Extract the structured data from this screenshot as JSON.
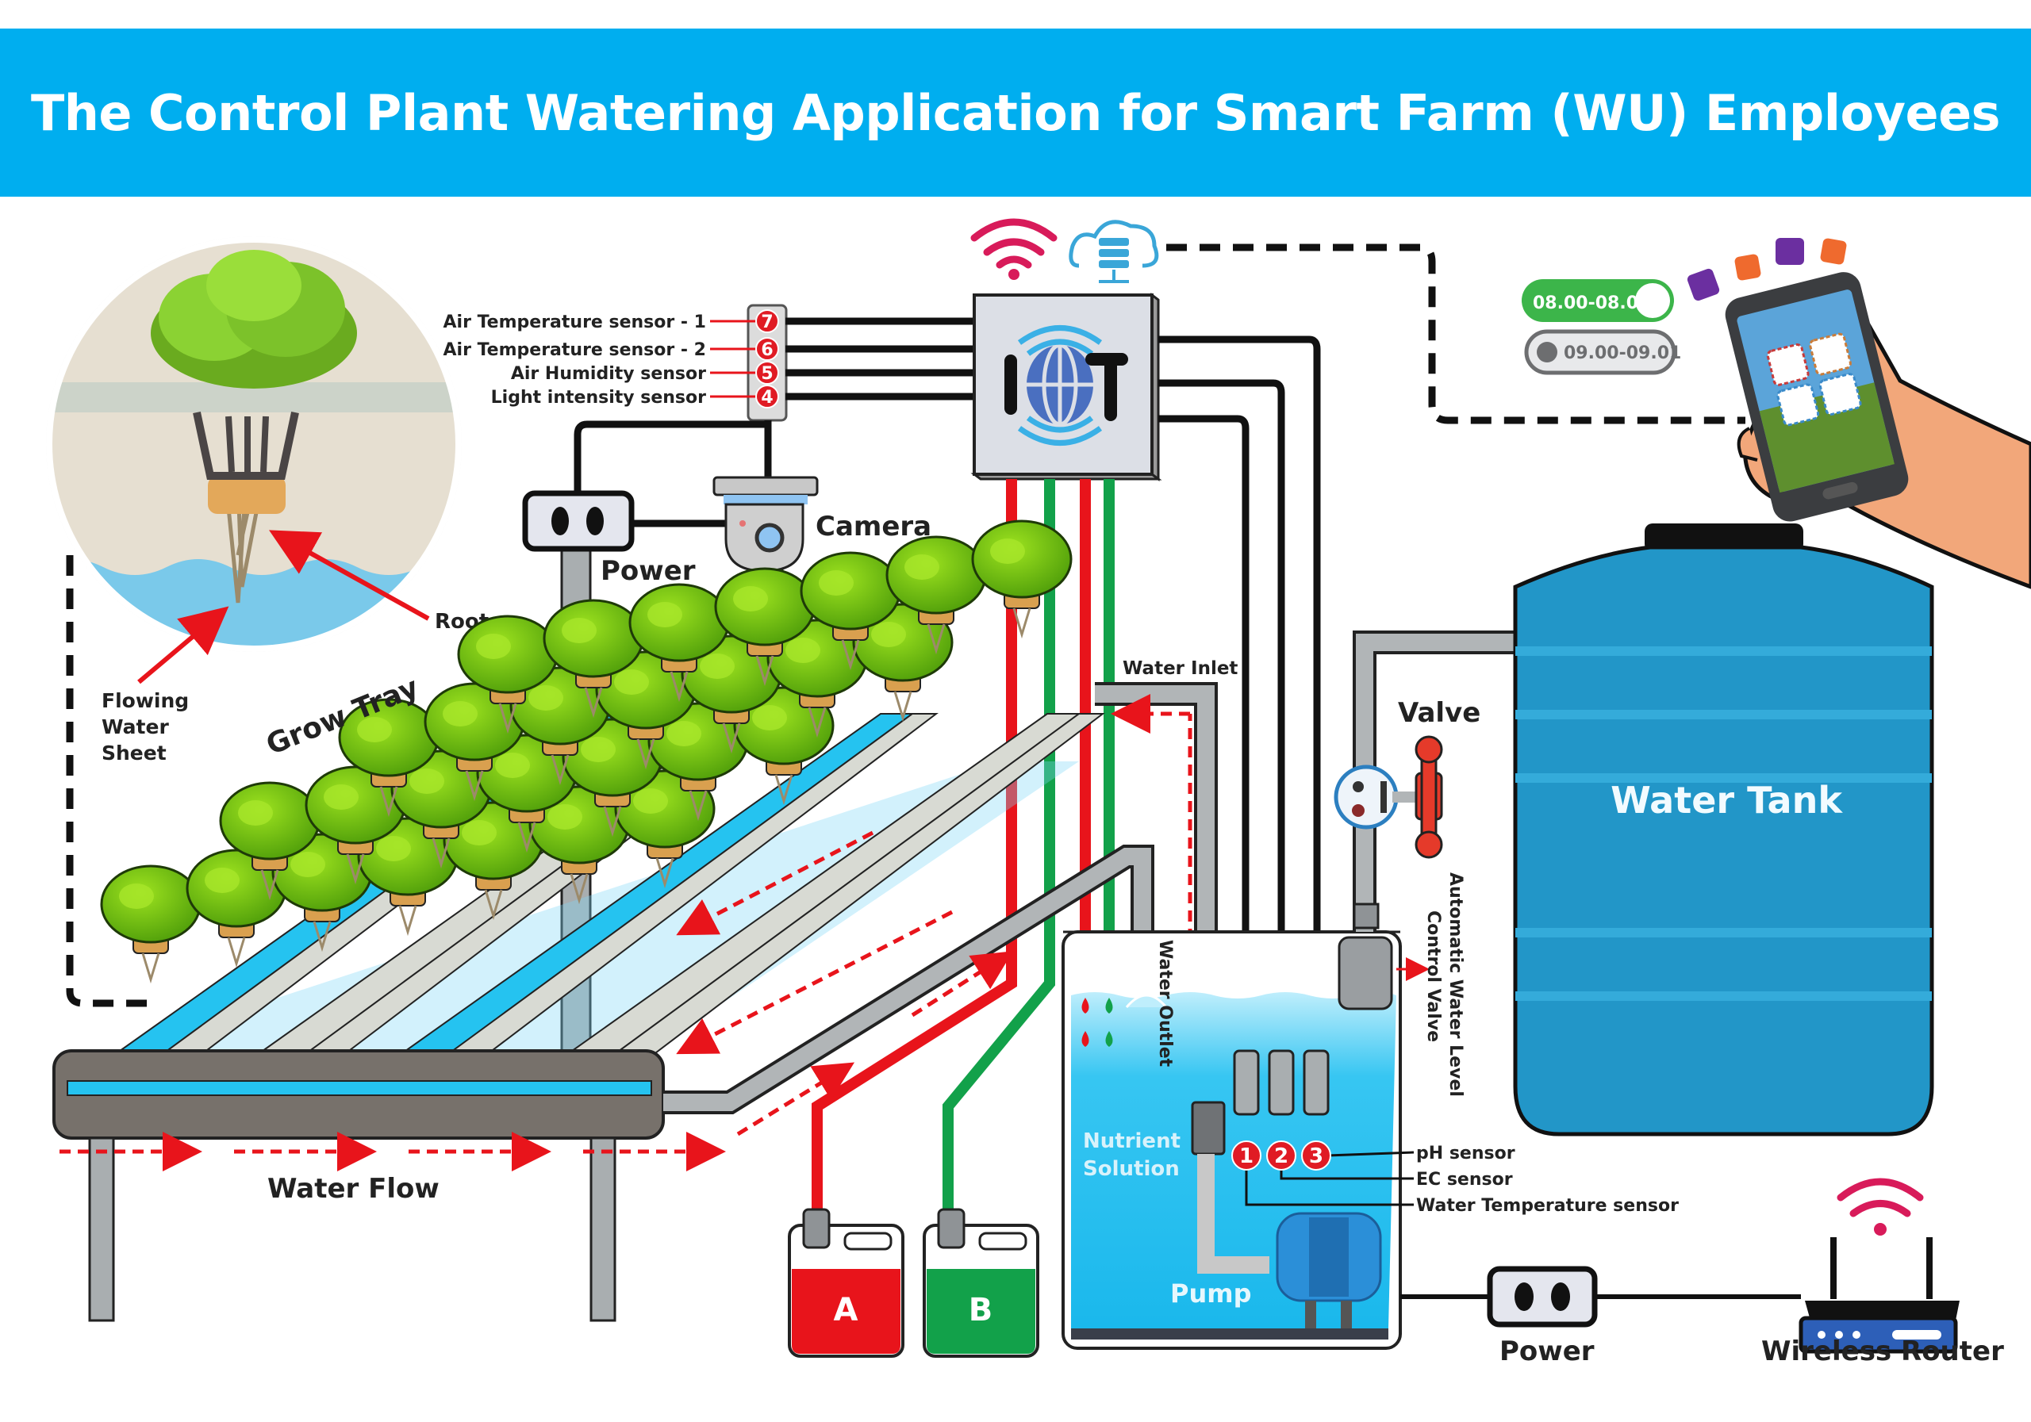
{
  "header": {
    "title": "The Control Plant Watering Application for Smart Farm (WU) Employees"
  },
  "colors": {
    "banner": "#00aeef",
    "wire_red": "#e8141b",
    "wire_green": "#12a14a",
    "badge_red": "#e01b24",
    "tank_blue": "#2296c8",
    "nutrient_blue": "#25c3f0",
    "toggle_on": "#3cb54a",
    "wifi_pink": "#d81b5a",
    "cloud_blue": "#3aa6d8",
    "iot_globe": "#4a6fc0"
  },
  "controller": {
    "label": "IOT",
    "icons": [
      "wifi-icon",
      "cloud-server-icon",
      "globe-icon"
    ]
  },
  "air_sensors": [
    {
      "number": "7",
      "label": "Air Temperature sensor - 1"
    },
    {
      "number": "6",
      "label": "Air Temperature sensor - 2"
    },
    {
      "number": "5",
      "label": "Air Humidity sensor"
    },
    {
      "number": "4",
      "label": "Light intensity sensor"
    }
  ],
  "water_sensors": [
    {
      "number": "1",
      "label": "Water Temperature sensor"
    },
    {
      "number": "2",
      "label": "EC sensor"
    },
    {
      "number": "3",
      "label": "pH sensor"
    }
  ],
  "schedule": {
    "slots": [
      {
        "time": "08.00-08.01",
        "state": "on"
      },
      {
        "time": "09.00-09.01",
        "state": "off"
      }
    ]
  },
  "labels": {
    "camera": "Camera",
    "power_top": "Power",
    "power_bottom": "Power",
    "root": "Root",
    "flowing_water_sheet": [
      "Flowing",
      "Water",
      "Sheet"
    ],
    "grow_tray": "Grow Tray",
    "water_flow": "Water Flow",
    "water_inlet": "Water Inlet",
    "water_outlet": "Water Outlet",
    "valve": "Valve",
    "automatic_valve": [
      "Automatic Water Level",
      "Control Valve"
    ],
    "water_tank": "Water Tank",
    "nutrient_solution": [
      "Nutrient",
      "Solution"
    ],
    "pump": "Pump",
    "container_a": "A",
    "container_b": "B",
    "wireless_router": "Wireless Router"
  }
}
